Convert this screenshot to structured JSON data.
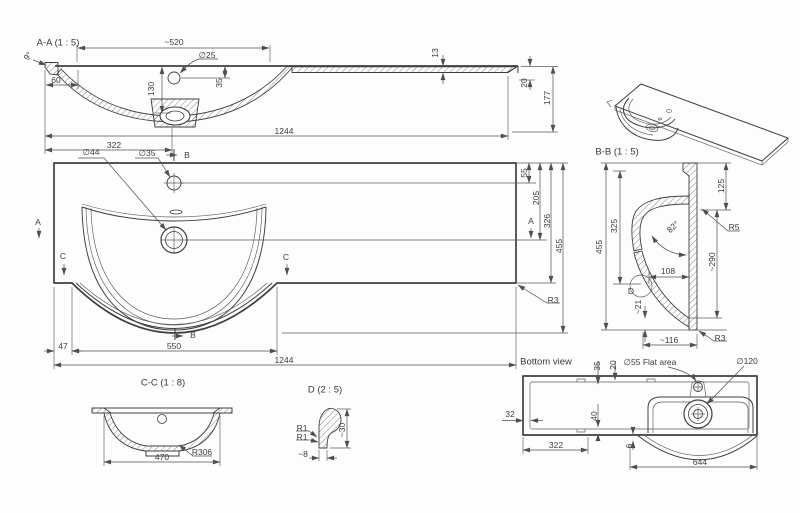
{
  "views": {
    "section_aa": {
      "title": "A-A (1 : 5)",
      "dims": {
        "corner_angle": "9°",
        "basin_opening_width": "~520",
        "overflow_hole_dia": "∅25",
        "left_edge_offset": "60",
        "bowl_depth": "130",
        "overflow_hole_depth": "35",
        "slab_thickness": "13",
        "front_edge_height": "20",
        "section_height": "177",
        "overall_width": "1244",
        "drain_center_offset": "322"
      }
    },
    "plan": {
      "markers": {
        "a": "A",
        "b": "B",
        "c": "C"
      },
      "dims": {
        "drain_dia": "∅44",
        "faucet_hole_dia": "∅35",
        "faucet_center_from_back": "55",
        "drain_center_from_back": "205",
        "counter_depth": "326",
        "overall_depth": "455",
        "corner_radius": "R3",
        "bulge_side_offset": "47",
        "bulge_width": "550",
        "overall_width": "1244"
      }
    },
    "section_bb": {
      "title": "B-B (1 : 5)",
      "dims": {
        "overall_height": "455",
        "inner_height": "325",
        "back_drop": "125",
        "wall_angle": "82°",
        "top_radius": "R5",
        "front_height": "~290",
        "ledge_depth": "108",
        "detail_mark": "D",
        "bottom_clearance": "~21",
        "bottom_depth": "~116",
        "bottom_radius": "R3"
      }
    },
    "section_cc": {
      "title": "C-C (1 : 8)",
      "dims": {
        "bowl_width": "470",
        "bowl_radius": "R306"
      }
    },
    "detail_d": {
      "title": "D (2 : 5)",
      "dims": {
        "fillet_outer": "R1",
        "fillet_inner": "R1",
        "lip_height": "~30",
        "lip_width": "~8"
      }
    },
    "bottom_view": {
      "title": "Bottom view",
      "dims": {
        "back_rib_offset": "35",
        "rib_width": "20",
        "flat_area_dia": "∅55 Flat area",
        "drain_recess_dia": "∅120",
        "wall_thickness": "32",
        "rib_height": "40",
        "cabinet_width": "322",
        "gap": "6",
        "basin_section_width": "644"
      }
    }
  }
}
